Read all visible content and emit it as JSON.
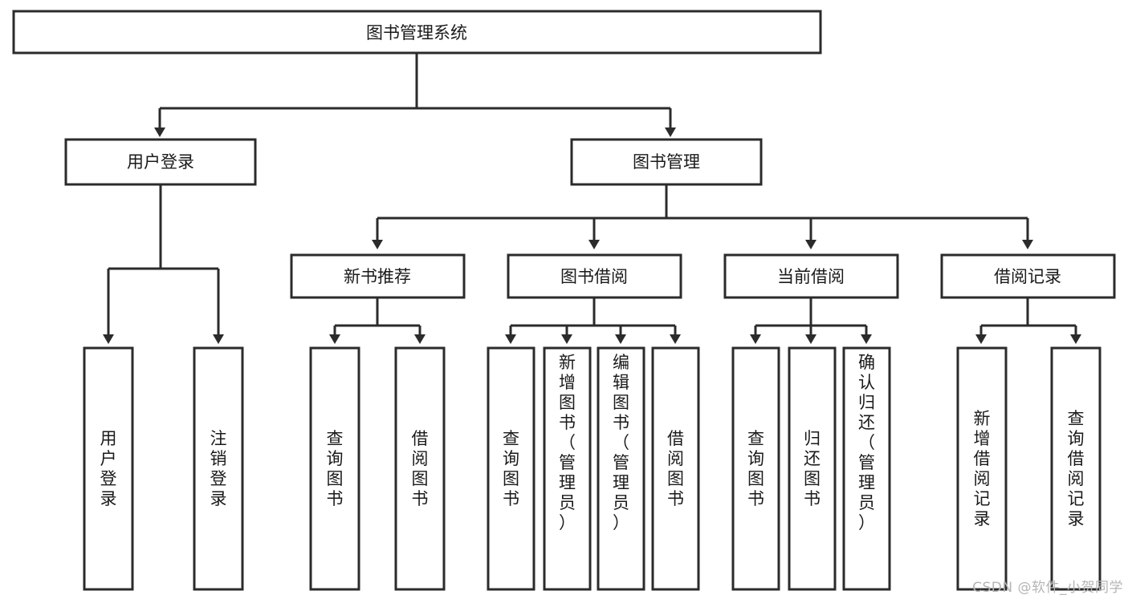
{
  "diagram": {
    "title_node": {
      "label": "图书管理系统"
    },
    "level1": [
      {
        "id": "user-login",
        "label": "用户登录"
      },
      {
        "id": "book-management",
        "label": "图书管理"
      }
    ],
    "level2": [
      {
        "id": "new-book-recommend",
        "label": "新书推荐",
        "parent": "book-management"
      },
      {
        "id": "book-borrow",
        "label": "图书借阅",
        "parent": "book-management"
      },
      {
        "id": "current-borrow",
        "label": "当前借阅",
        "parent": "book-management"
      },
      {
        "id": "borrow-record",
        "label": "借阅记录",
        "parent": "book-management"
      }
    ],
    "leaves": {
      "user-login": [
        {
          "id": "leaf-user-login",
          "label": "用户登录"
        },
        {
          "id": "leaf-user-logout",
          "label": "注销登录"
        }
      ],
      "new-book-recommend": [
        {
          "id": "leaf-query-book-1",
          "label": "查询图书"
        },
        {
          "id": "leaf-borrow-book-1",
          "label": "借阅图书"
        }
      ],
      "book-borrow": [
        {
          "id": "leaf-query-book-2",
          "label": "查询图书"
        },
        {
          "id": "leaf-add-book",
          "label": "新增图书（管理员）"
        },
        {
          "id": "leaf-edit-book",
          "label": "编辑图书（管理员）"
        },
        {
          "id": "leaf-borrow-book-2",
          "label": "借阅图书"
        }
      ],
      "current-borrow": [
        {
          "id": "leaf-query-book-3",
          "label": "查询图书"
        },
        {
          "id": "leaf-return-book",
          "label": "归还图书"
        },
        {
          "id": "leaf-confirm-return",
          "label": "确认归还（管理员）"
        }
      ],
      "borrow-record": [
        {
          "id": "leaf-add-record",
          "label": "新增借阅记录"
        },
        {
          "id": "leaf-query-record",
          "label": "查询借阅记录"
        }
      ]
    }
  },
  "watermark": {
    "text": "CSDN @软件_小贺同学"
  },
  "colors": {
    "background": "#ffffff",
    "stroke": "#2b2b2b",
    "text": "#1a1a1a",
    "watermark": "#b5b5b5"
  }
}
